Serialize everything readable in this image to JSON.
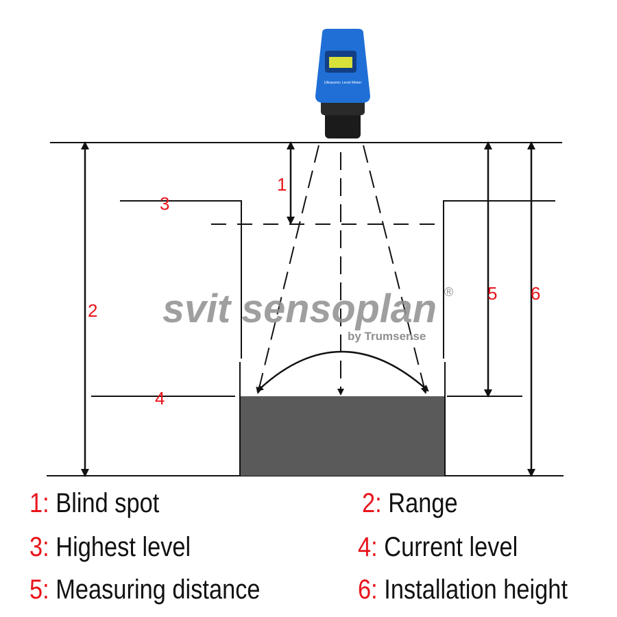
{
  "meter": {
    "label": "Ultrasonic Level Meter",
    "body_color": "#1f6fd6",
    "screen_color": "#d8e03a"
  },
  "diagram_labels": {
    "blind_spot": "1",
    "range": "2",
    "highest_level": "3",
    "current_level": "4",
    "measuring_distance": "5",
    "installation_height": "6"
  },
  "watermark": {
    "brand": "svit sensoplan",
    "registered": "®",
    "byline": "by Trumsense"
  },
  "legend": [
    {
      "num": "1:",
      "text": "Blind spot"
    },
    {
      "num": "2:",
      "text": "Range"
    },
    {
      "num": "3:",
      "text": "Highest level"
    },
    {
      "num": "4:",
      "text": "Current level"
    },
    {
      "num": "5:",
      "text": "Measuring distance"
    },
    {
      "num": "6:",
      "text": "Installation height"
    }
  ],
  "colors": {
    "label_red": "#e8141b",
    "liquid": "#5a5a5a",
    "line": "#111111",
    "watermark": "#8f8f8f"
  }
}
